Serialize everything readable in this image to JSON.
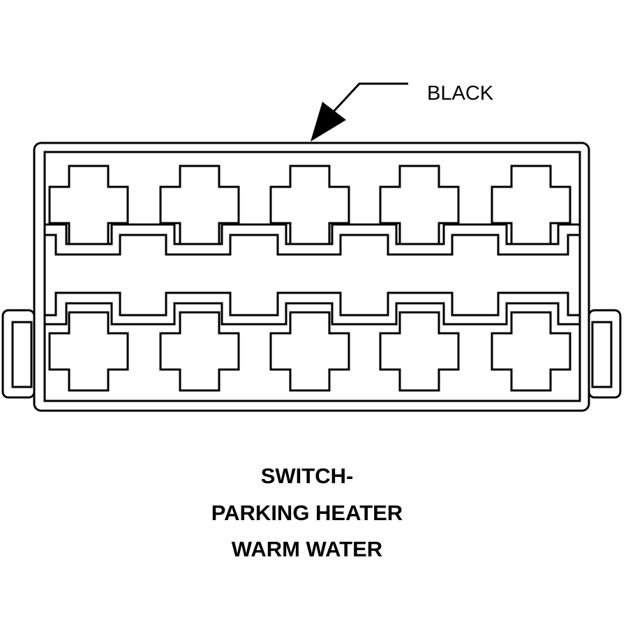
{
  "connector": {
    "color_label": "BLACK",
    "cavity_rows": [
      [
        "cavity",
        "cavity",
        "cavity",
        "cavity",
        "cavity"
      ],
      [
        "cavity",
        "cavity",
        "cavity",
        "cavity",
        "cavity"
      ]
    ]
  },
  "caption": {
    "line1": "SWITCH-",
    "line2": "PARKING HEATER",
    "line3": "WARM WATER"
  },
  "colors": {
    "line": "#000000",
    "background": "#ffffff"
  }
}
